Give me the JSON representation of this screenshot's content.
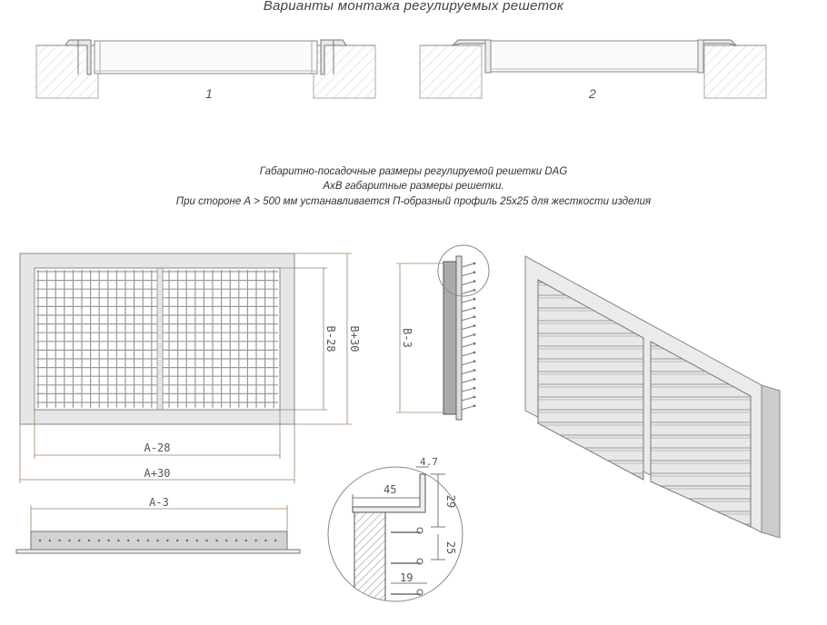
{
  "header": {
    "title": "Варианты монтажа регулируемых решеток"
  },
  "mounting": {
    "variant_1": "1",
    "variant_2": "2"
  },
  "caption": {
    "line1": "Габаритно-посадочные размеры регулируемой решетки DAG",
    "line2": "AxB габаритные размеры решетки.",
    "line3": "При стороне А > 500 мм устанавливается П-образный профиль 25х25 для жесткости изделия"
  },
  "dimensions": {
    "b_minus_28": "B-28",
    "b_plus_30": "B+30",
    "a_minus_28": "A-28",
    "a_plus_30": "A+30",
    "a_minus_3": "A-3",
    "b_minus_3": "B-3",
    "d_4_7": "4.7",
    "d_45": "45",
    "d_29": "29",
    "d_25": "25",
    "d_19": "19"
  },
  "colors": {
    "line": "#8a8a8a",
    "frame": "#e4e4e4",
    "grid": "#9a9a9a",
    "dim": "#a08060"
  }
}
